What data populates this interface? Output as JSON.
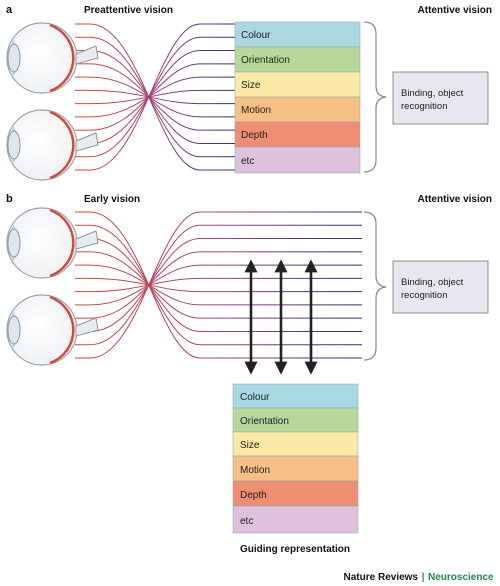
{
  "panel_a": {
    "letter": "a",
    "left_title": "Preattentive vision",
    "right_title": "Attentive vision",
    "features": [
      "Colour",
      "Orientation",
      "Size",
      "Motion",
      "Depth",
      "etc"
    ],
    "binding_box": [
      "Binding, object",
      "recognition"
    ]
  },
  "panel_b": {
    "letter": "b",
    "left_title": "Early vision",
    "right_title": "Attentive vision",
    "features": [
      "Colour",
      "Orientation",
      "Size",
      "Motion",
      "Depth",
      "etc"
    ],
    "binding_box": [
      "Binding, object",
      "recognition"
    ],
    "caption": "Guiding representation"
  },
  "footer": {
    "journal": "Nature Reviews",
    "separator": "|",
    "section": "Neuroscience"
  },
  "colors": {
    "colour_box": "#a9d7e2",
    "orientation_box": "#b8d89b",
    "size_box": "#fbe9a8",
    "motion_box": "#f6bf86",
    "depth_box": "#ef8e72",
    "etc_box": "#dec1dd",
    "binding_box": "#e7e7ef",
    "line_warm": "#d14a3a",
    "line_cool": "#2d2f7a",
    "brand_green": "#1f8a4c"
  }
}
